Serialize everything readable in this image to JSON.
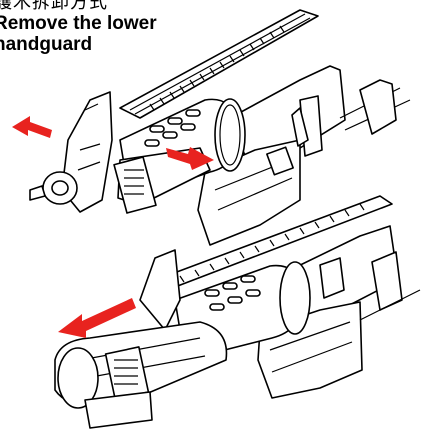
{
  "caption": {
    "chinese": "護木拆卸方式",
    "line1": "Remove the lower",
    "line2": "handguard"
  },
  "colors": {
    "arrow": "#e8231f",
    "line": "#000000",
    "background": "#ffffff"
  },
  "illustrations": {
    "top": {
      "arrows": [
        "arrow-left",
        "arrow-right"
      ]
    },
    "bottom": {
      "arrows": [
        "arrow-left"
      ]
    }
  }
}
